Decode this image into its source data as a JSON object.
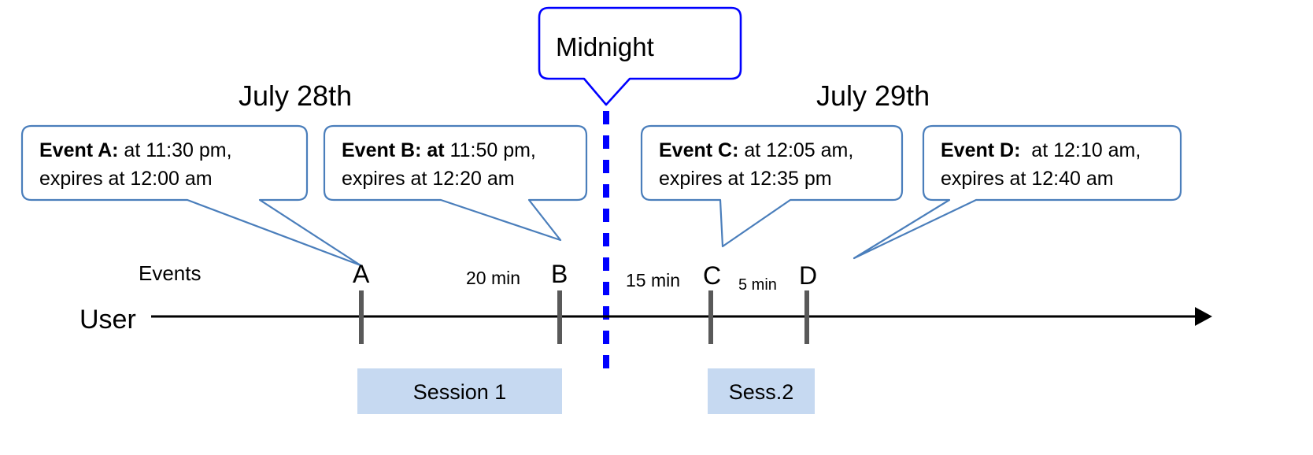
{
  "diagram": {
    "title": "User session timeline across midnight",
    "dates": [
      {
        "id": "left-date",
        "label": "July 28th"
      },
      {
        "id": "right-date",
        "label": "July 29th"
      }
    ],
    "midnight": {
      "label": "Midnight",
      "line_color": "#0000ff"
    },
    "axis": {
      "row_label": "User",
      "events_label": "Events"
    },
    "callouts": [
      {
        "id": "event-a",
        "lead": "Event A:",
        "line1_rest": " at 11:30 pm,",
        "line2": "expires at 12:00 am",
        "bold_rest": false
      },
      {
        "id": "event-b",
        "lead": "Event B: at",
        "line1_rest": " 11:50 pm,",
        "line2": "expires at 12:20 am",
        "bold_rest": false
      },
      {
        "id": "event-c",
        "lead": "Event C:",
        "line1_rest": " at 12:05 am,",
        "line2": "expires at 12:35 pm",
        "bold_rest": false
      },
      {
        "id": "event-d",
        "lead": "Event D:",
        "line1_rest": "  at 12:10 am,",
        "line2": "expires at 12:40 am",
        "bold_rest": false
      }
    ],
    "event_markers": [
      {
        "id": "marker-a",
        "letter": "A"
      },
      {
        "id": "marker-b",
        "letter": "B"
      },
      {
        "id": "marker-c",
        "letter": "C"
      },
      {
        "id": "marker-d",
        "letter": "D"
      }
    ],
    "intervals": [
      {
        "id": "interval-ab",
        "label": "20 min"
      },
      {
        "id": "interval-bc",
        "label": "15 min"
      },
      {
        "id": "interval-cd",
        "label": "5 min"
      }
    ],
    "sessions": [
      {
        "id": "session-1",
        "label": "Session 1"
      },
      {
        "id": "session-2",
        "label": "Sess.2"
      }
    ],
    "colors": {
      "callout_border": "#4a7ebb",
      "midnight_border": "#0000ff",
      "session_fill": "#c6d9f1",
      "tick": "#595959",
      "axis": "#000000"
    }
  }
}
